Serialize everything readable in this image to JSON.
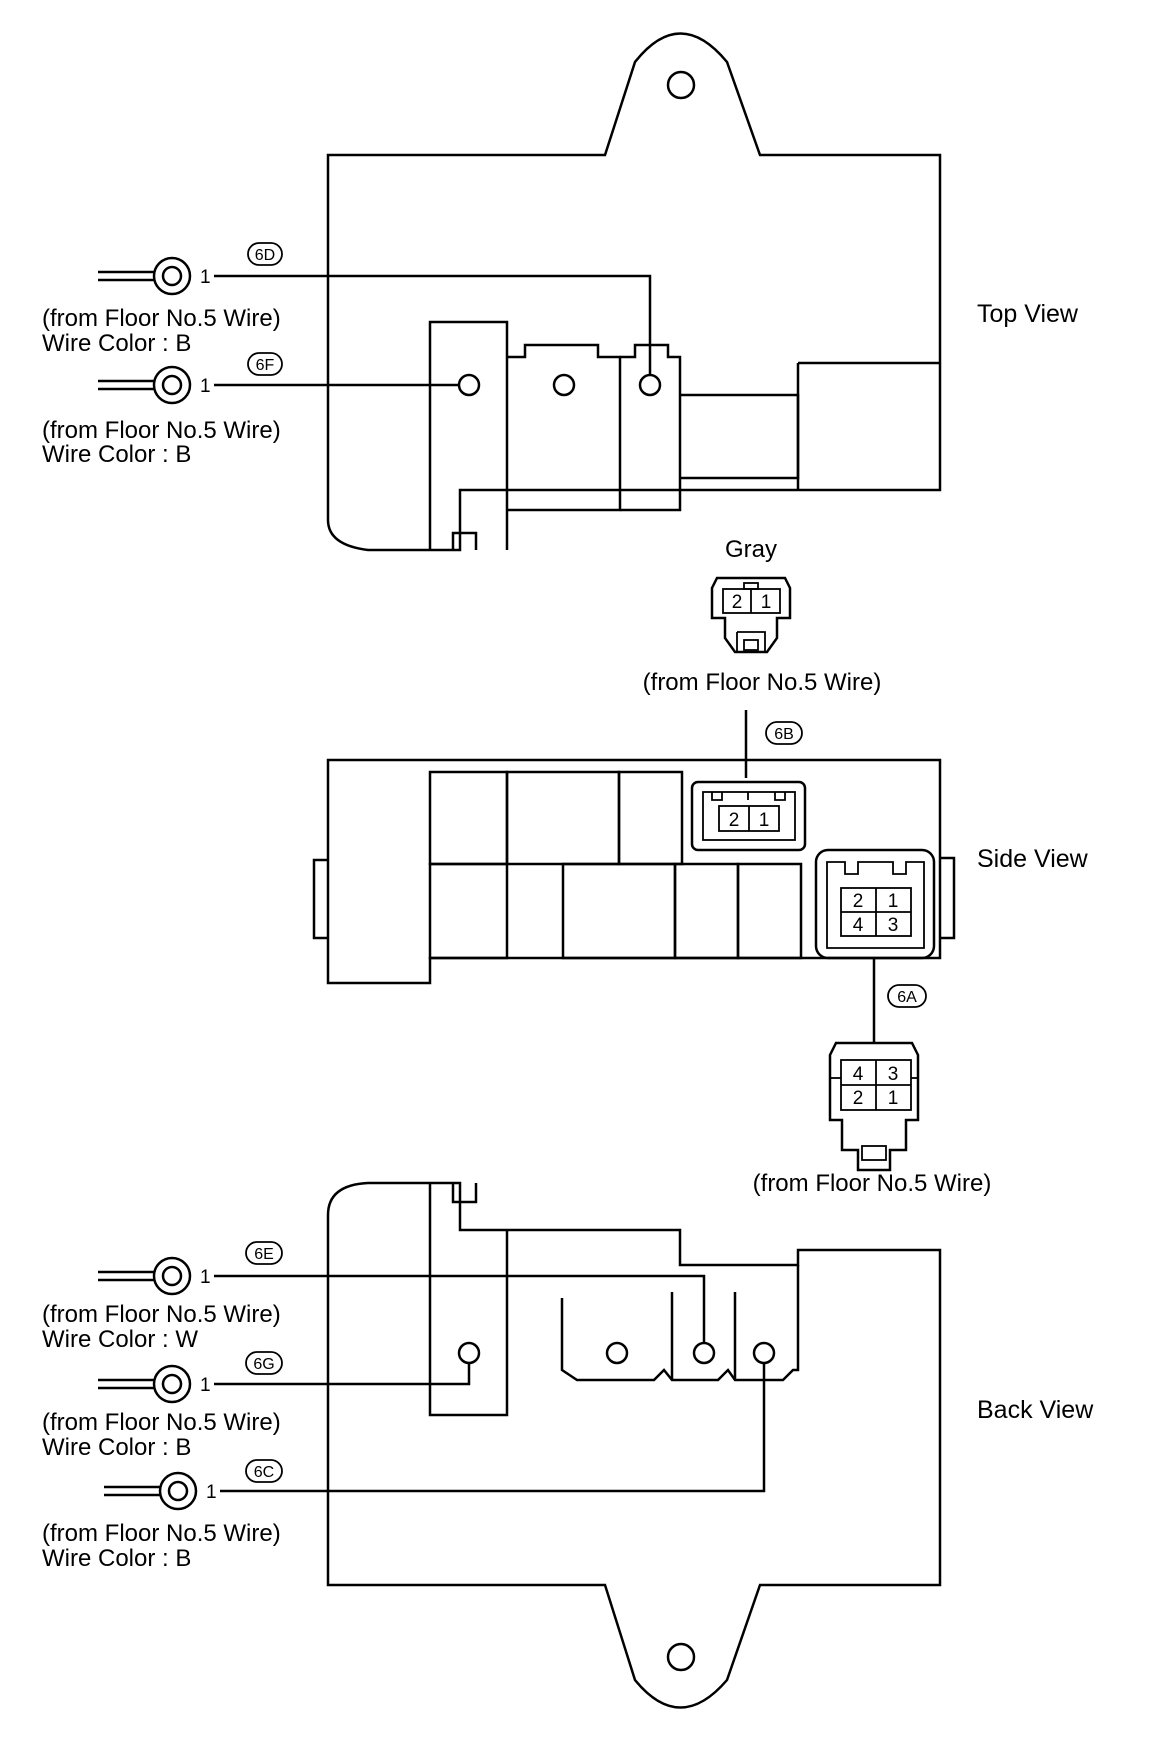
{
  "views": {
    "top": "Top View",
    "side": "Side View",
    "back": "Back View"
  },
  "connectors": {
    "6D": {
      "tag": "6D",
      "pin": "1",
      "from": "(from Floor No.5 Wire)",
      "color": "Wire Color : B"
    },
    "6F": {
      "tag": "6F",
      "pin": "1",
      "from": "(from Floor No.5 Wire)",
      "color": "Wire Color : B"
    },
    "6B": {
      "tag": "6B",
      "color_label": "Gray",
      "from": "(from Floor No.5 Wire)",
      "pins": [
        "2",
        "1"
      ],
      "housing_pins": [
        "2",
        "1"
      ]
    },
    "6A": {
      "tag": "6A",
      "from": "(from Floor No.5 Wire)",
      "housing_pins": [
        "2",
        "1",
        "4",
        "3"
      ],
      "plug_pins": [
        "4",
        "3",
        "2",
        "1"
      ]
    },
    "6E": {
      "tag": "6E",
      "pin": "1",
      "from": "(from Floor No.5 Wire)",
      "color": "Wire Color : W"
    },
    "6G": {
      "tag": "6G",
      "pin": "1",
      "from": "(from Floor No.5 Wire)",
      "color": "Wire Color : B"
    },
    "6C": {
      "tag": "6C",
      "pin": "1",
      "from": "(from Floor No.5 Wire)",
      "color": "Wire Color : B"
    }
  }
}
